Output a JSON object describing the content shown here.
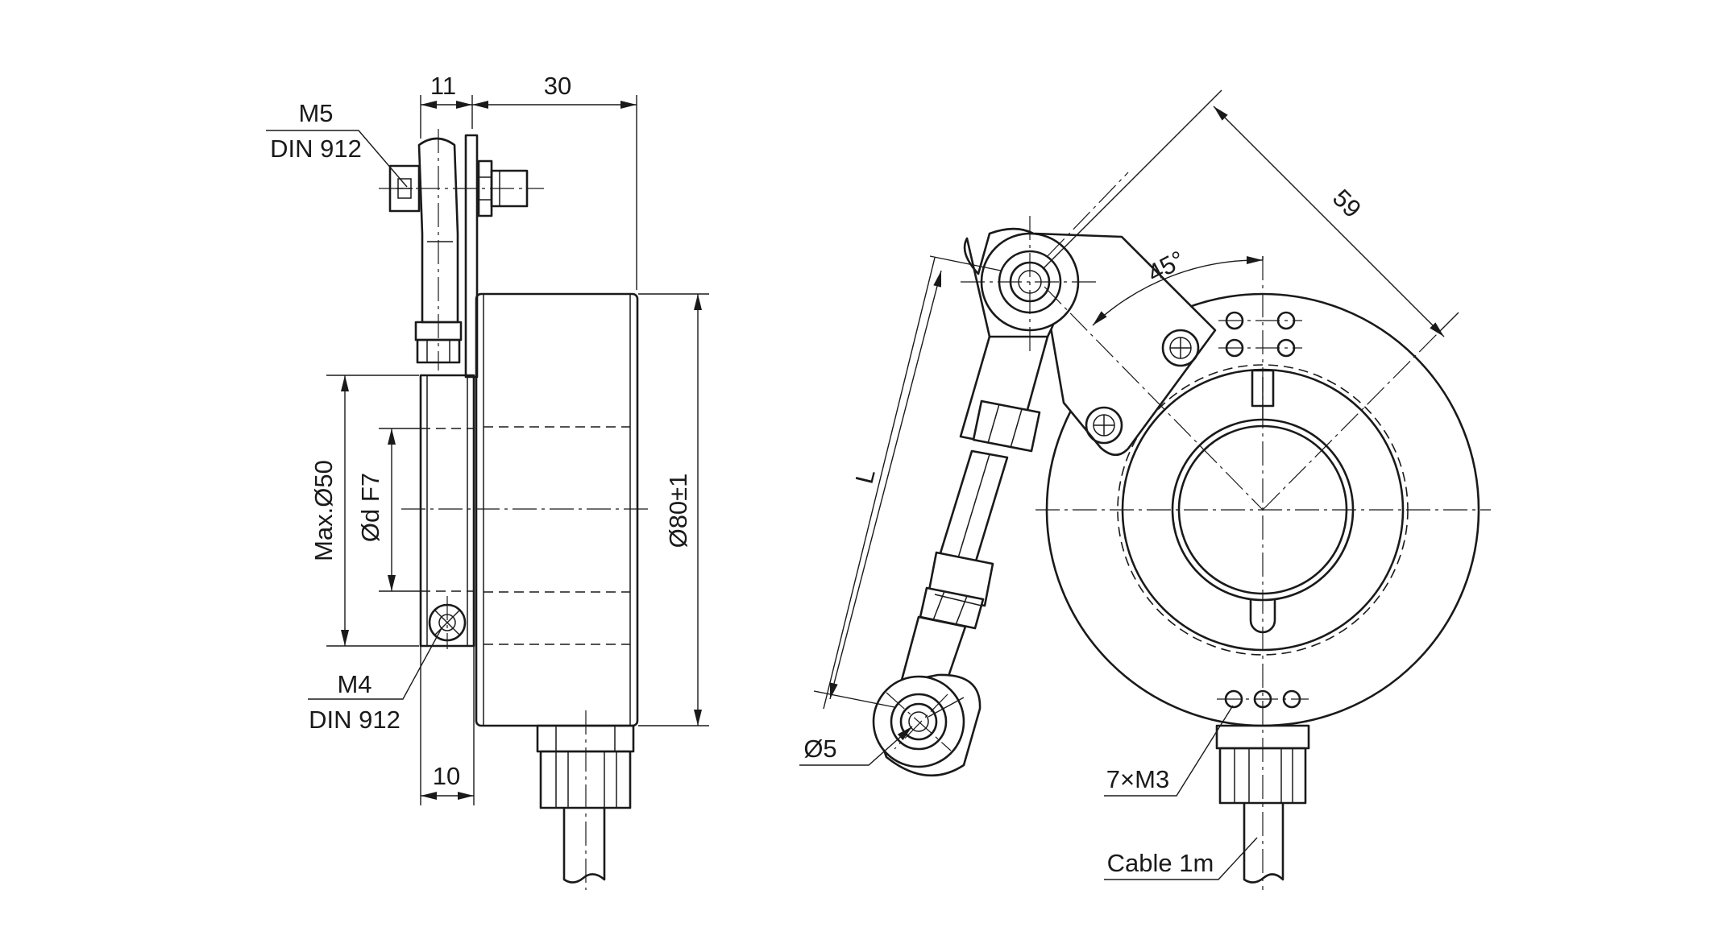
{
  "colors": {
    "line": "#1a1a1a",
    "background": "#ffffff"
  },
  "side_view": {
    "top_width_a": "11",
    "top_width_b": "30",
    "screw_top_size": "M5",
    "screw_top_standard": "DIN 912",
    "max_diameter": "Max.Ø50",
    "shaft_diameter": "Ød F7",
    "housing_diameter": "Ø80±1",
    "screw_bottom_size": "M4",
    "screw_bottom_standard": "DIN 912",
    "bottom_width": "10"
  },
  "front_view": {
    "angle": "45°",
    "distance": "59",
    "arm_length": "L",
    "eye_diameter": "Ø5",
    "threaded_holes": "7×M3",
    "cable": "Cable 1m"
  }
}
